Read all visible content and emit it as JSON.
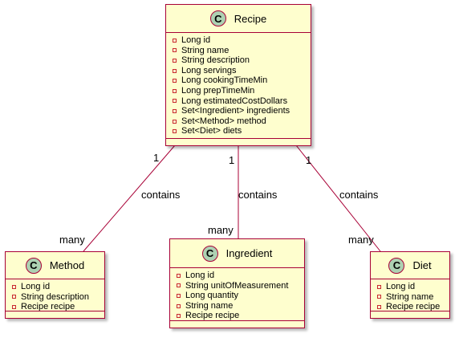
{
  "classes": {
    "recipe": {
      "stereotype": "C",
      "name": "Recipe",
      "attributes": [
        "Long id",
        "String name",
        "String description",
        "Long servings",
        "Long cookingTimeMin",
        "Long prepTimeMin",
        "Long estimatedCostDollars",
        "Set<Ingredient> ingredients",
        "Set<Method> method",
        "Set<Diet> diets"
      ]
    },
    "method": {
      "stereotype": "C",
      "name": "Method",
      "attributes": [
        "Long id",
        "String description",
        "Recipe recipe"
      ]
    },
    "ingredient": {
      "stereotype": "C",
      "name": "Ingredient",
      "attributes": [
        "Long id",
        "String unitOfMeasurement",
        "Long quantity",
        "String name",
        "Recipe recipe"
      ]
    },
    "diet": {
      "stereotype": "C",
      "name": "Diet",
      "attributes": [
        "Long id",
        "String name",
        "Recipe recipe"
      ]
    }
  },
  "relations": {
    "recipe_method": {
      "label": "contains",
      "from_mult": "1",
      "to_mult": "many"
    },
    "recipe_ingredient": {
      "label": "contains",
      "from_mult": "1",
      "to_mult": "many"
    },
    "recipe_diet": {
      "label": "contains",
      "from_mult": "1",
      "to_mult": "many"
    }
  },
  "colors": {
    "class_fill": "#FEFECE",
    "class_border": "#A80036",
    "stereotype_circle": "#ADD1B2",
    "private_marker": "#C82930"
  }
}
